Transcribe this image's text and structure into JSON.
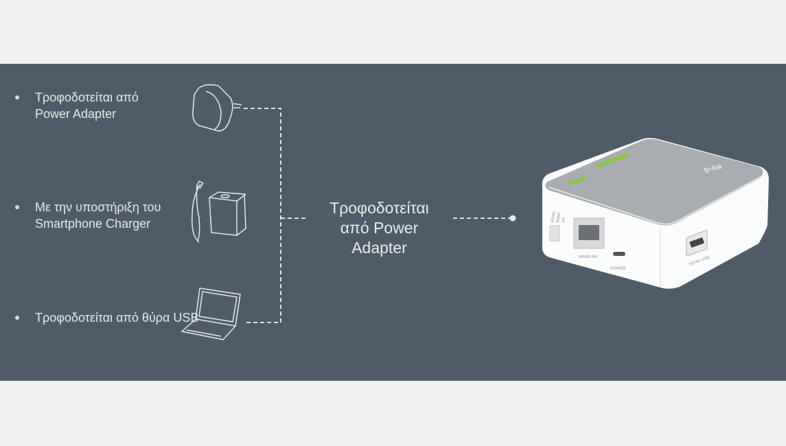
{
  "sources": [
    {
      "label_line1": "Τροφοδοτείται από",
      "label_line2": "Power Adapter",
      "icon": "power-adapter-icon"
    },
    {
      "label_line1": "Με την υποστήριξη του",
      "label_line2": "Smartphone Charger",
      "icon": "smartphone-charger-icon"
    },
    {
      "label_line1": "Τροφοδοτείται από θύρα USB",
      "label_line2": "",
      "icon": "laptop-icon"
    }
  ],
  "center_label": {
    "line1": "Τροφοδοτείται",
    "line2": "από Power",
    "line3": "Adapter"
  },
  "router": {
    "brand": "tp-link",
    "port_wan": "WAN/LAN",
    "port_power": "POWER",
    "port_usb": "3G/4G USB",
    "switch_modes": [
      "3G/4G",
      "WISP",
      "AP"
    ]
  },
  "colors": {
    "panel": "#4f5c67",
    "background": "#f0f0f0",
    "led": "#8cc63f"
  }
}
